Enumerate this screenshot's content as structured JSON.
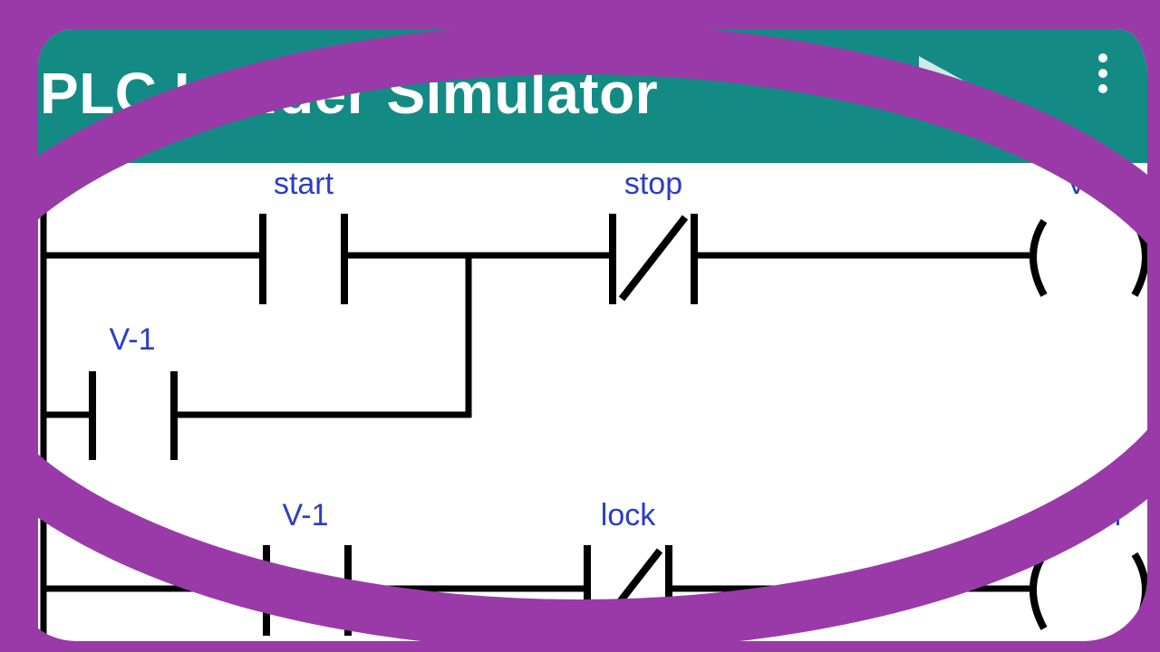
{
  "app": {
    "title": "PLC Ladder Simulator"
  },
  "toolbar": {
    "run_icon": "play-icon",
    "menu_icon": "more-vert-icon"
  },
  "colors": {
    "appbar": "#148a85",
    "frame": "#9a3aa8",
    "label": "#2a3cc8",
    "wire": "#000000"
  },
  "rungs": [
    {
      "elements": [
        {
          "type": "NO contact",
          "label": "start"
        },
        {
          "type": "NC contact",
          "label": "stop"
        },
        {
          "type": "coil",
          "label": "V-1"
        }
      ],
      "branch": {
        "type": "NO contact",
        "label": "V-1"
      }
    },
    {
      "elements": [
        {
          "type": "NO contact",
          "label": "V-1"
        },
        {
          "type": "NC contact",
          "label": "lock"
        },
        {
          "type": "coil",
          "label": "motor"
        }
      ]
    }
  ]
}
